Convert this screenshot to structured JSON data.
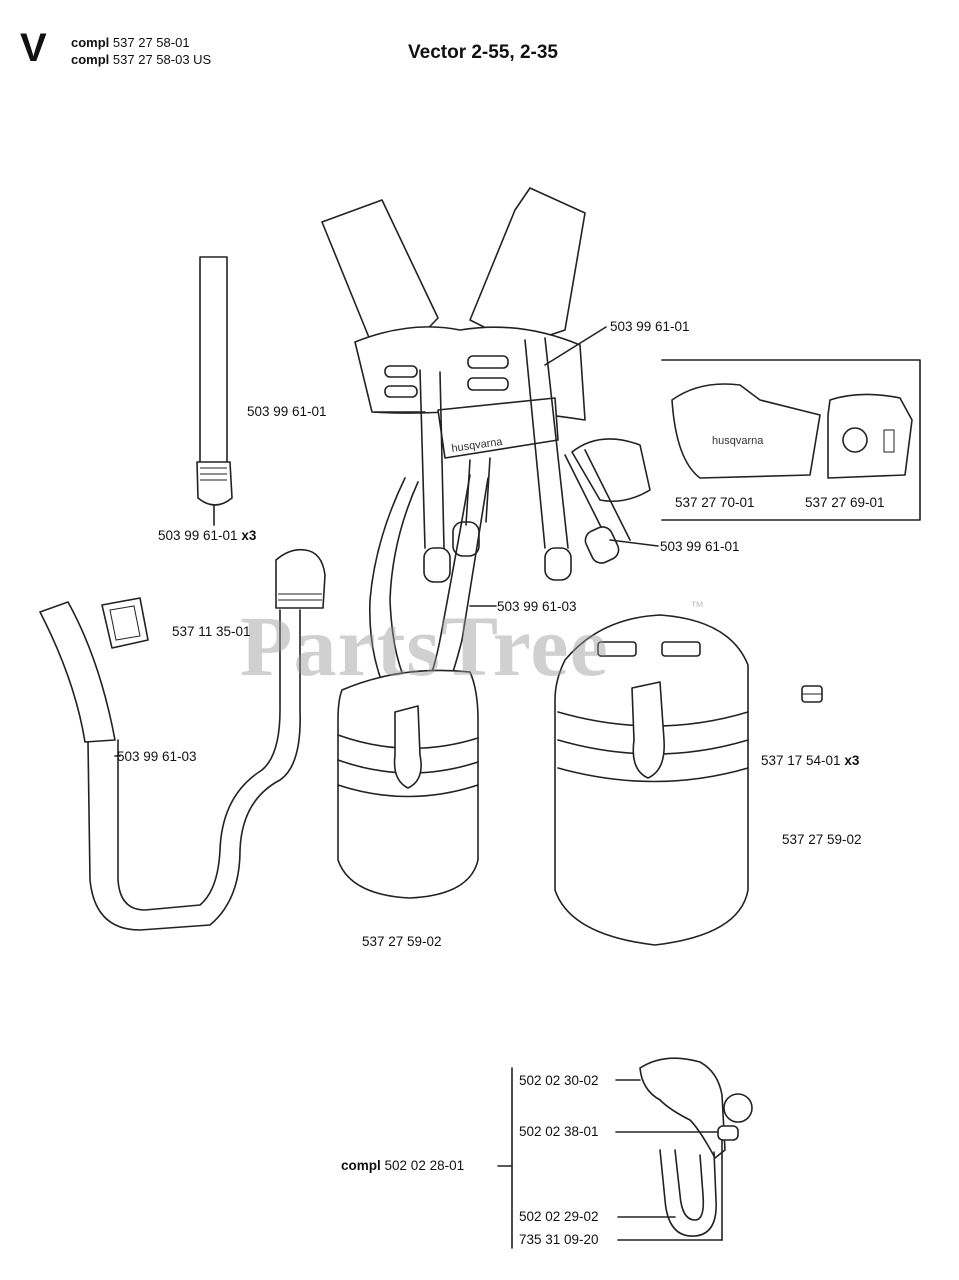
{
  "header": {
    "section_letter": "V",
    "compl_word": "compl",
    "lines": [
      "537 27 58-01",
      "537 27 58-03 US"
    ],
    "title": "Vector 2-55, 2-35"
  },
  "watermark": {
    "text": "PartsTree",
    "tm": "™"
  },
  "labels": {
    "p1": "503 99 61-01",
    "p2": "503 99 61-01",
    "p3": "503 99 61-01",
    "p4": "503 99 61-01",
    "p4_qty": "x3",
    "p5": "503 99 61-03",
    "p6": "503 99 61-03",
    "p7": "537 11 35-01",
    "p8": "537 27 70-01",
    "p9": "537 27 69-01",
    "p10": "537 17 54-01",
    "p10_qty": "x3",
    "p11": "537 27 59-02",
    "p12": "537 27 59-02",
    "h1": "502 02 30-02",
    "h2": "502 02 38-01",
    "h3": "502 02 29-02",
    "h4": "735 31 09-20",
    "hook_compl_word": "compl",
    "hook_compl_num": "502 02 28-01"
  }
}
